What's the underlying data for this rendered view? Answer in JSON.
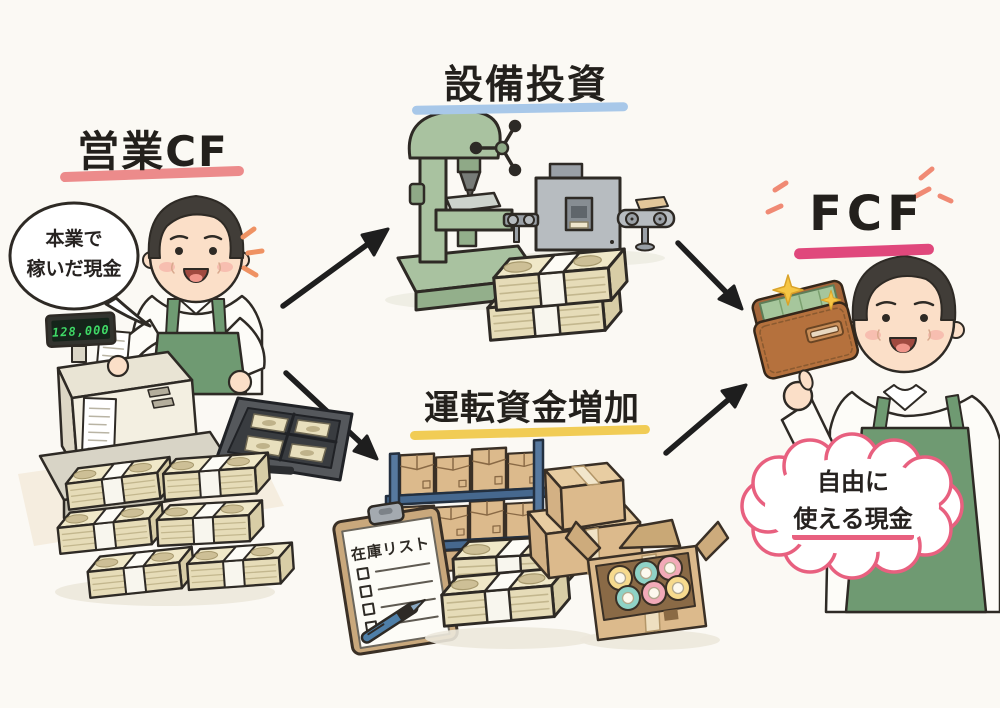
{
  "colors": {
    "background": "#fbf9f4",
    "ink": "#2e2a25",
    "underline_opcf": "#ec8b8b",
    "underline_capex": "#a8c8e9",
    "underline_wc": "#f1cc55",
    "underline_fcf": "#e0487c",
    "cloud_pink": "#e8607f",
    "emphasis_orange": "#ef9263",
    "emphasis_salmon": "#f08a74",
    "apron_green": "#6f9a72",
    "machine_green": "#a9c2a0",
    "machine_gray": "#b7bcc0",
    "rack_blue": "#57799f",
    "cardboard": "#dcba8c",
    "money_paper": "#e6dcb8",
    "wallet_brown": "#b5713d",
    "display_green": "#3fd966",
    "sparkle_yellow": "#f6c644",
    "arrow_black": "#1e1e1e"
  },
  "titles": {
    "operating_cf": "営業CF",
    "capex": "設備投資",
    "working_capital": "運転資金増加",
    "fcf": "FCF"
  },
  "speech_bubble": {
    "line1": "本業で",
    "line2": "稼いだ現金"
  },
  "cloud_bubble": {
    "line1": "自由に",
    "line2": "使える現金"
  },
  "cash_register": {
    "display_value": "128,000"
  },
  "clipboard": {
    "title": "在庫リスト"
  }
}
